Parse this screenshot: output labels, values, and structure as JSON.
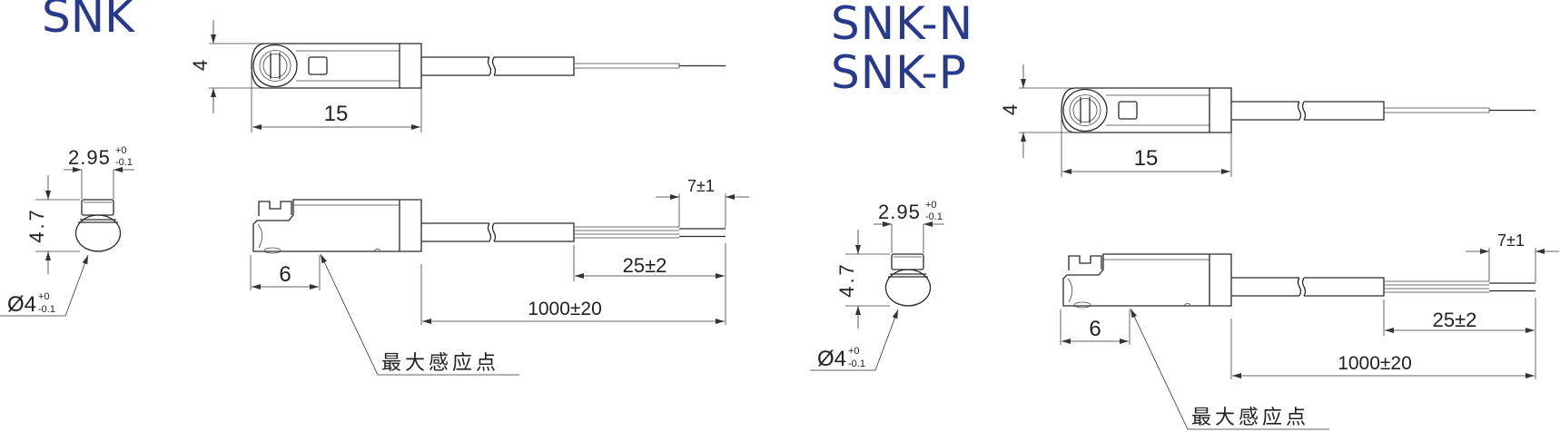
{
  "colors": {
    "title": "#283a8e",
    "line": "#2a2a2a"
  },
  "drawings": [
    {
      "titles": [
        "SNK"
      ],
      "top_view": {
        "height_dim": "4",
        "length_dim": "15"
      },
      "end_view": {
        "width_dim": "2.95",
        "width_tol_upper": "+0",
        "width_tol_lower": "-0.1",
        "height_dim": "4.7",
        "diameter_dim": "Ø4",
        "diameter_tol_upper": "+0",
        "diameter_tol_lower": "-0.1"
      },
      "side_view": {
        "sensing_offset_dim": "6",
        "strip_dim": "7±1",
        "lead_dim": "25±2",
        "cable_dim": "1000±20",
        "callout": "最大感应点"
      }
    },
    {
      "titles": [
        "SNK-N",
        "SNK-P"
      ],
      "top_view": {
        "height_dim": "4",
        "length_dim": "15"
      },
      "end_view": {
        "width_dim": "2.95",
        "width_tol_upper": "+0",
        "width_tol_lower": "-0.1",
        "height_dim": "4.7",
        "diameter_dim": "Ø4",
        "diameter_tol_upper": "+0",
        "diameter_tol_lower": "-0.1"
      },
      "side_view": {
        "sensing_offset_dim": "6",
        "strip_dim": "7±1",
        "lead_dim": "25±2",
        "cable_dim": "1000±20",
        "callout": "最大感应点"
      }
    }
  ]
}
